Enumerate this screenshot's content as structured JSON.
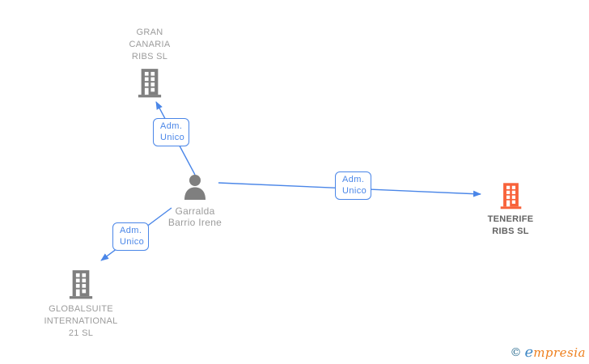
{
  "colors": {
    "accent": "#4a86e8",
    "node-gray": "#7f7f7f",
    "label-gray": "#9c9c9c",
    "highlight-orange": "#f8623a",
    "highlight-text": "#636363",
    "wm-copyright": "#2d6e91",
    "wm-e": "#3f88c5",
    "wm-rest": "#ee7f1d"
  },
  "person": {
    "name": "Garralda Barrio Irene",
    "name_lines": [
      "Garralda",
      "Barrio Irene"
    ]
  },
  "companies": [
    {
      "name": "GRAN CANARIA RIBS SL",
      "name_lines": [
        "GRAN",
        "CANARIA",
        "RIBS SL"
      ],
      "highlight": false
    },
    {
      "name": "TENERIFE RIBS SL",
      "name_lines": [
        "TENERIFE",
        "RIBS SL"
      ],
      "highlight": true
    },
    {
      "name": "GLOBALSUITE INTERNATIONAL 21 SL",
      "name_lines": [
        "GLOBALSUITE",
        "INTERNATIONAL",
        "21 SL"
      ],
      "highlight": false
    }
  ],
  "relationships": [
    {
      "from": "Garralda Barrio Irene",
      "to": "GRAN CANARIA RIBS SL",
      "label_lines": [
        "Adm.",
        "Unico"
      ]
    },
    {
      "from": "Garralda Barrio Irene",
      "to": "TENERIFE RIBS SL",
      "label_lines": [
        "Adm.",
        "Unico"
      ]
    },
    {
      "from": "Garralda Barrio Irene",
      "to": "GLOBALSUITE INTERNATIONAL 21 SL",
      "label_lines": [
        "Adm.",
        "Unico"
      ]
    }
  ],
  "watermark": {
    "copyright": "©",
    "brand_first": "e",
    "brand_rest": "mpresia"
  }
}
